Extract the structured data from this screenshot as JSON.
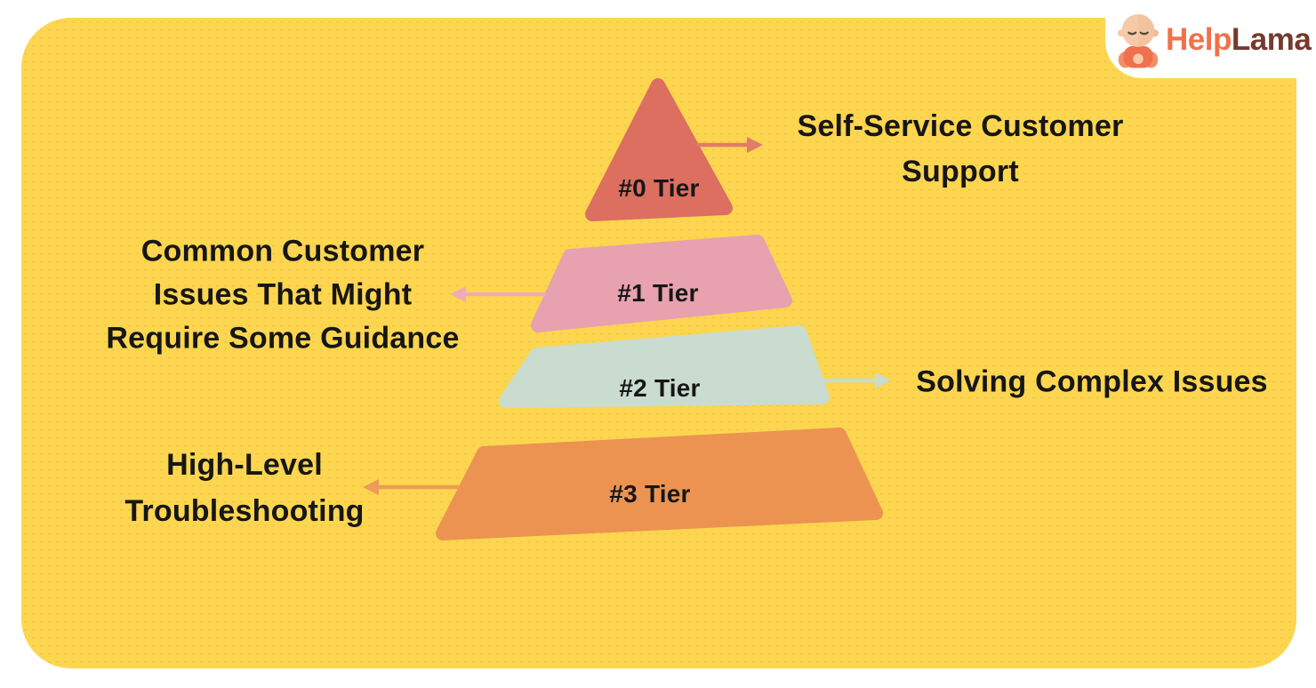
{
  "board": {
    "background_color": "#FCD64F",
    "dot_texture_color": "#E99B46",
    "text_color": "#161616"
  },
  "logo": {
    "brand_part1": "Help",
    "brand_part1_color": "#F0714A",
    "brand_part2": "Lama",
    "brand_part2_color": "#753A2E",
    "mascot": "llama-monk-mascot"
  },
  "pyramid": {
    "type": "tiered-support-pyramid",
    "tiers": [
      {
        "label": "#0 Tier",
        "shape_color": "#DC6F60",
        "arrow_color": "#E27B6C",
        "arrow_direction": "right",
        "annotation": "Self-Service Customer Support",
        "annotation_lines": [
          "Self-Service Customer",
          "Support"
        ]
      },
      {
        "label": "#1 Tier",
        "shape_color": "#E8A1AE",
        "arrow_color": "#F0ABB8",
        "arrow_direction": "left",
        "annotation": "Common Customer Issues That Might Require Some Guidance",
        "annotation_lines": [
          "Common Customer",
          "Issues That Might",
          "Require Some Guidance"
        ]
      },
      {
        "label": "#2 Tier",
        "shape_color": "#C9DCCF",
        "arrow_color": "#C9DCCF",
        "arrow_direction": "right",
        "annotation": "Solving Complex Issues",
        "annotation_lines": [
          "Solving Complex Issues"
        ]
      },
      {
        "label": "#3 Tier",
        "shape_color": "#EC9352",
        "arrow_color": "#ED9C58",
        "arrow_direction": "left",
        "annotation": "High-Level Troubleshooting",
        "annotation_lines": [
          "High-Level",
          "Troubleshooting"
        ]
      }
    ]
  }
}
